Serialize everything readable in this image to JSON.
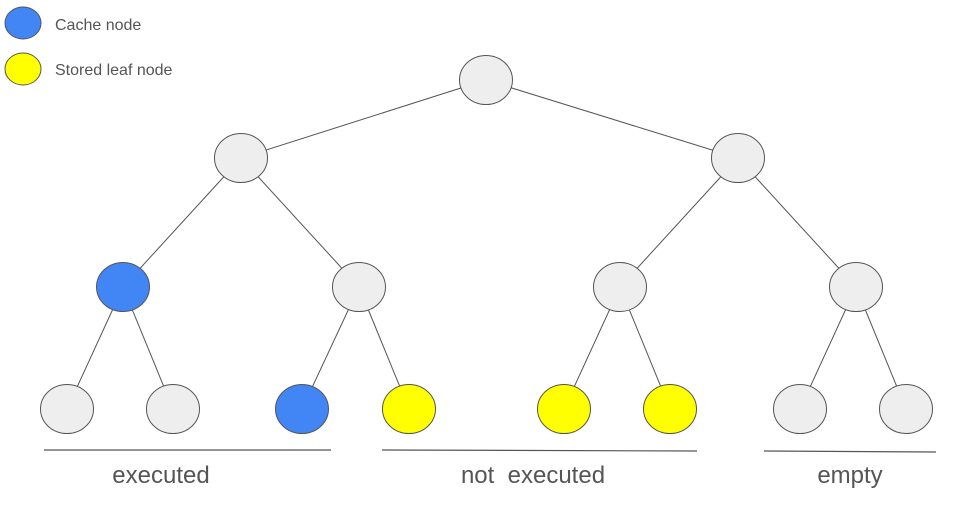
{
  "colors": {
    "plain_node": "#eeeeee",
    "cache_node": "#4285f4",
    "stored_leaf_node": "#ffff00",
    "stroke": "#555555",
    "text": "#555555"
  },
  "legend": [
    {
      "label": "Cache node",
      "kind": "cache"
    },
    {
      "label": "Stored leaf node",
      "kind": "stored"
    }
  ],
  "tree": {
    "depth": 3,
    "node_kinds_by_level": [
      [
        "plain"
      ],
      [
        "plain",
        "plain"
      ],
      [
        "cache",
        "plain",
        "plain",
        "plain"
      ],
      [
        "plain",
        "plain",
        "cache",
        "stored",
        "stored",
        "stored",
        "plain",
        "plain"
      ]
    ]
  },
  "groups": [
    {
      "label": "executed"
    },
    {
      "label": "not  executed"
    },
    {
      "label": "empty"
    }
  ]
}
